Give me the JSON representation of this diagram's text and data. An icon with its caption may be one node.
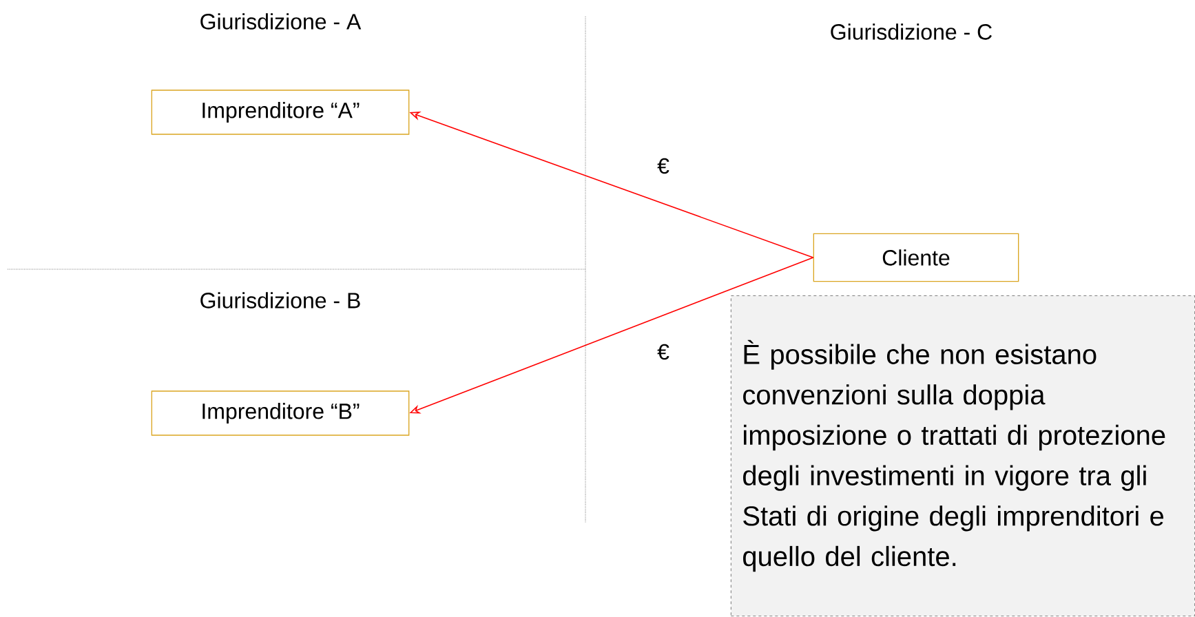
{
  "diagram": {
    "nodes": [
      {
        "text": [
          "Imprenditore “A”"
        ]
      },
      {
        "text": [
          "Imprenditore “B”"
        ]
      },
      {
        "text": [
          "Cliente"
        ]
      },
      {
        "text": [
          "È possibile che non esistano convenzioni sulla doppia imposizione o trattati di protezione degli investimenti in vigore tra gli Stati di origine degli imprenditori e quello del cliente."
        ]
      }
    ],
    "edges": [
      {
        "from": 2,
        "to": 0,
        "arrow": "to",
        "label": "€",
        "color": "#ff0000"
      },
      {
        "from": 2,
        "to": 1,
        "arrow": "to",
        "label": "€",
        "color": "#ff0000"
      }
    ],
    "labels": [
      "Giurisdizione - A",
      "Giurisdizione - C",
      "Giurisdizione - B"
    ]
  }
}
